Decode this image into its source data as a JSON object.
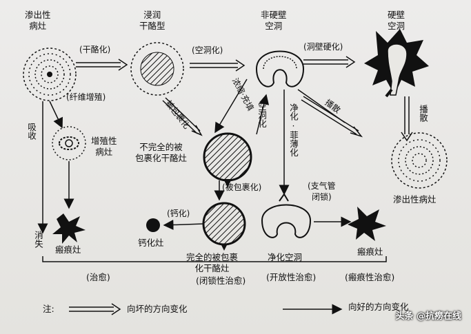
{
  "nodes": {
    "exudative_top": "渗出性\n病灶",
    "infiltrative_caseous": "浸润\n干酪型",
    "non_sclerotic_cavity": "非硬壁\n空洞",
    "sclerotic_cavity": "硬壁\n空洞",
    "proliferative": "增殖性\n病灶",
    "incomplete_encapsulated": "不完全的被\n包裹化干酪灶",
    "exudative_right": "渗出性病灶",
    "scar_left": "瘢痕灶",
    "calcified": "钙化灶",
    "complete_encapsulated": "完全的被包裹\n化干酪灶",
    "purified_cavity": "净化空洞",
    "scar_right": "瘢痕灶"
  },
  "edges": {
    "caseation": "(干酪化)",
    "cavitation": "(空洞化)",
    "wall_hardening": "(洞壁硬化)",
    "fibrosis": "(纤维增殖)",
    "absorption": "吸收",
    "disappear": "消失",
    "encapsulation_1": "被包裹化",
    "concentrate_fill": "浓缩·充填",
    "cavitation_v": "空洞化",
    "purify_thin": "净化·菲薄化",
    "spread_1": "播散",
    "spread_2": "播散",
    "encapsulation_2": "(被包裹化)",
    "calcification": "(钙化)",
    "bronchus_closure": "(支气管\n闭锁)"
  },
  "outcomes": {
    "cure": "(治愈)",
    "closed_cure": "(闭锁性治愈)",
    "open_cure": "(开放性治愈)",
    "scar_cure": "(瘢痕性治愈)"
  },
  "legend": {
    "note": "注:",
    "worse": "向坏的方向变化",
    "better": "向好的方向变化"
  },
  "watermark": "头条 @抗痨在线"
}
